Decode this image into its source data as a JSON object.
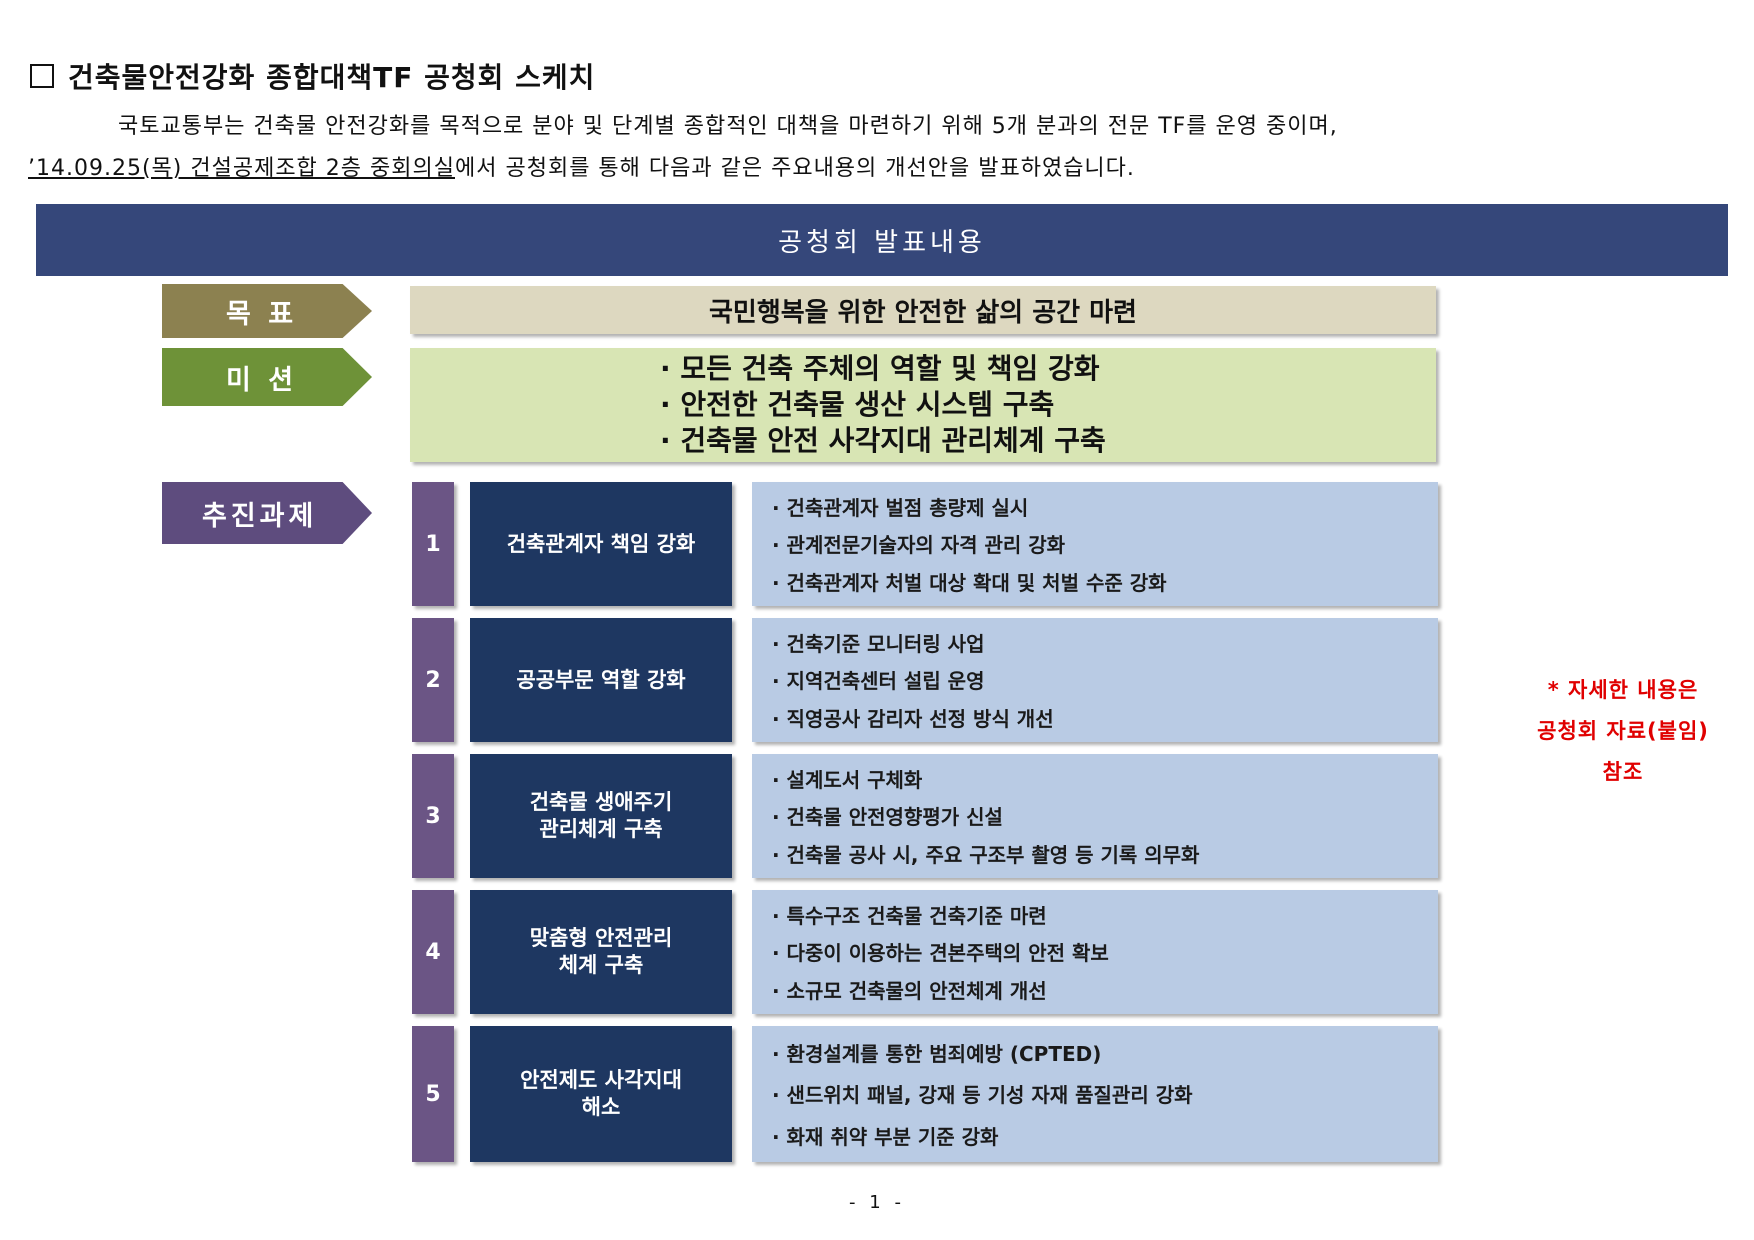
{
  "heading": "건축물안전강화 종합대책TF 공청회 스케치",
  "intro": {
    "line1": "국토교통부는 건축물 안전강화를 목적으로 분야 및 단계별 종합적인 대책을 마련하기 위해 5개 분과의 전문 TF를 운영 중이며,",
    "line2_underlined": "’14.09.25(목) 건설공제조합 2층 중회의실",
    "line2_rest": "에서 공청회를 통해 다음과 같은 주요내용의 개선안을 발표하였습니다."
  },
  "banner": "공청회 발표내용",
  "goal": {
    "tag": "목 표",
    "text": "국민행복을 위한 안전한 삶의 공간 마련"
  },
  "mission": {
    "tag": "미 션",
    "items": [
      "· 모든 건축 주체의 역할 및 책임 강화",
      "· 안전한 건축물 생산 시스템 구축",
      "· 건축물 안전 사각지대 관리체계 구축"
    ]
  },
  "tasks": {
    "tag": "추진과제",
    "rows": [
      {
        "num": "1",
        "title": [
          "건축관계자 책임 강화"
        ],
        "details": [
          "· 건축관계자 벌점 총량제 실시",
          "· 관계전문기술자의 자격 관리 강화",
          "· 건축관계자 처벌 대상 확대 및 처벌 수준 강화"
        ]
      },
      {
        "num": "2",
        "title": [
          "공공부문 역할 강화"
        ],
        "details": [
          "· 건축기준 모니터링 사업",
          "· 지역건축센터 설립 운영",
          "· 직영공사 감리자 선정 방식 개선"
        ]
      },
      {
        "num": "3",
        "title": [
          "건축물 생애주기",
          "관리체계 구축"
        ],
        "details": [
          "· 설계도서 구체화",
          "· 건축물 안전영향평가 신설",
          "· 건축물 공사 시, 주요 구조부 촬영 등 기록 의무화"
        ]
      },
      {
        "num": "4",
        "title": [
          "맞춤형 안전관리",
          "체계 구축"
        ],
        "details": [
          "· 특수구조 건축물 건축기준 마련",
          "· 다중이 이용하는 견본주택의 안전 확보",
          "· 소규모 건축물의 안전체계 개선"
        ]
      },
      {
        "num": "5",
        "title": [
          "안전제도 사각지대",
          "해소"
        ],
        "details": [
          "· 환경설계를 통한 범죄예방 (CPTED)",
          "· 샌드위치 패널, 강재 등 기성 자재 품질관리 강화",
          "· 화재 취약 부분 기준 강화"
        ]
      }
    ]
  },
  "note": [
    "* 자세한 내용은",
    "공청회 자료(붙임)",
    "참조"
  ],
  "page_number": "- 1 -",
  "colors": {
    "banner": "#35477a",
    "goal_tag": "#8c8150",
    "mission_tag": "#6e9238",
    "task_tag": "#5e4c7e",
    "goal_box": "#ddd8c0",
    "mission_box": "#d8e5b4",
    "num_box": "#6b5585",
    "title_box": "#1e3761",
    "detail_box": "#b9cbe4",
    "note": "#e00000"
  }
}
